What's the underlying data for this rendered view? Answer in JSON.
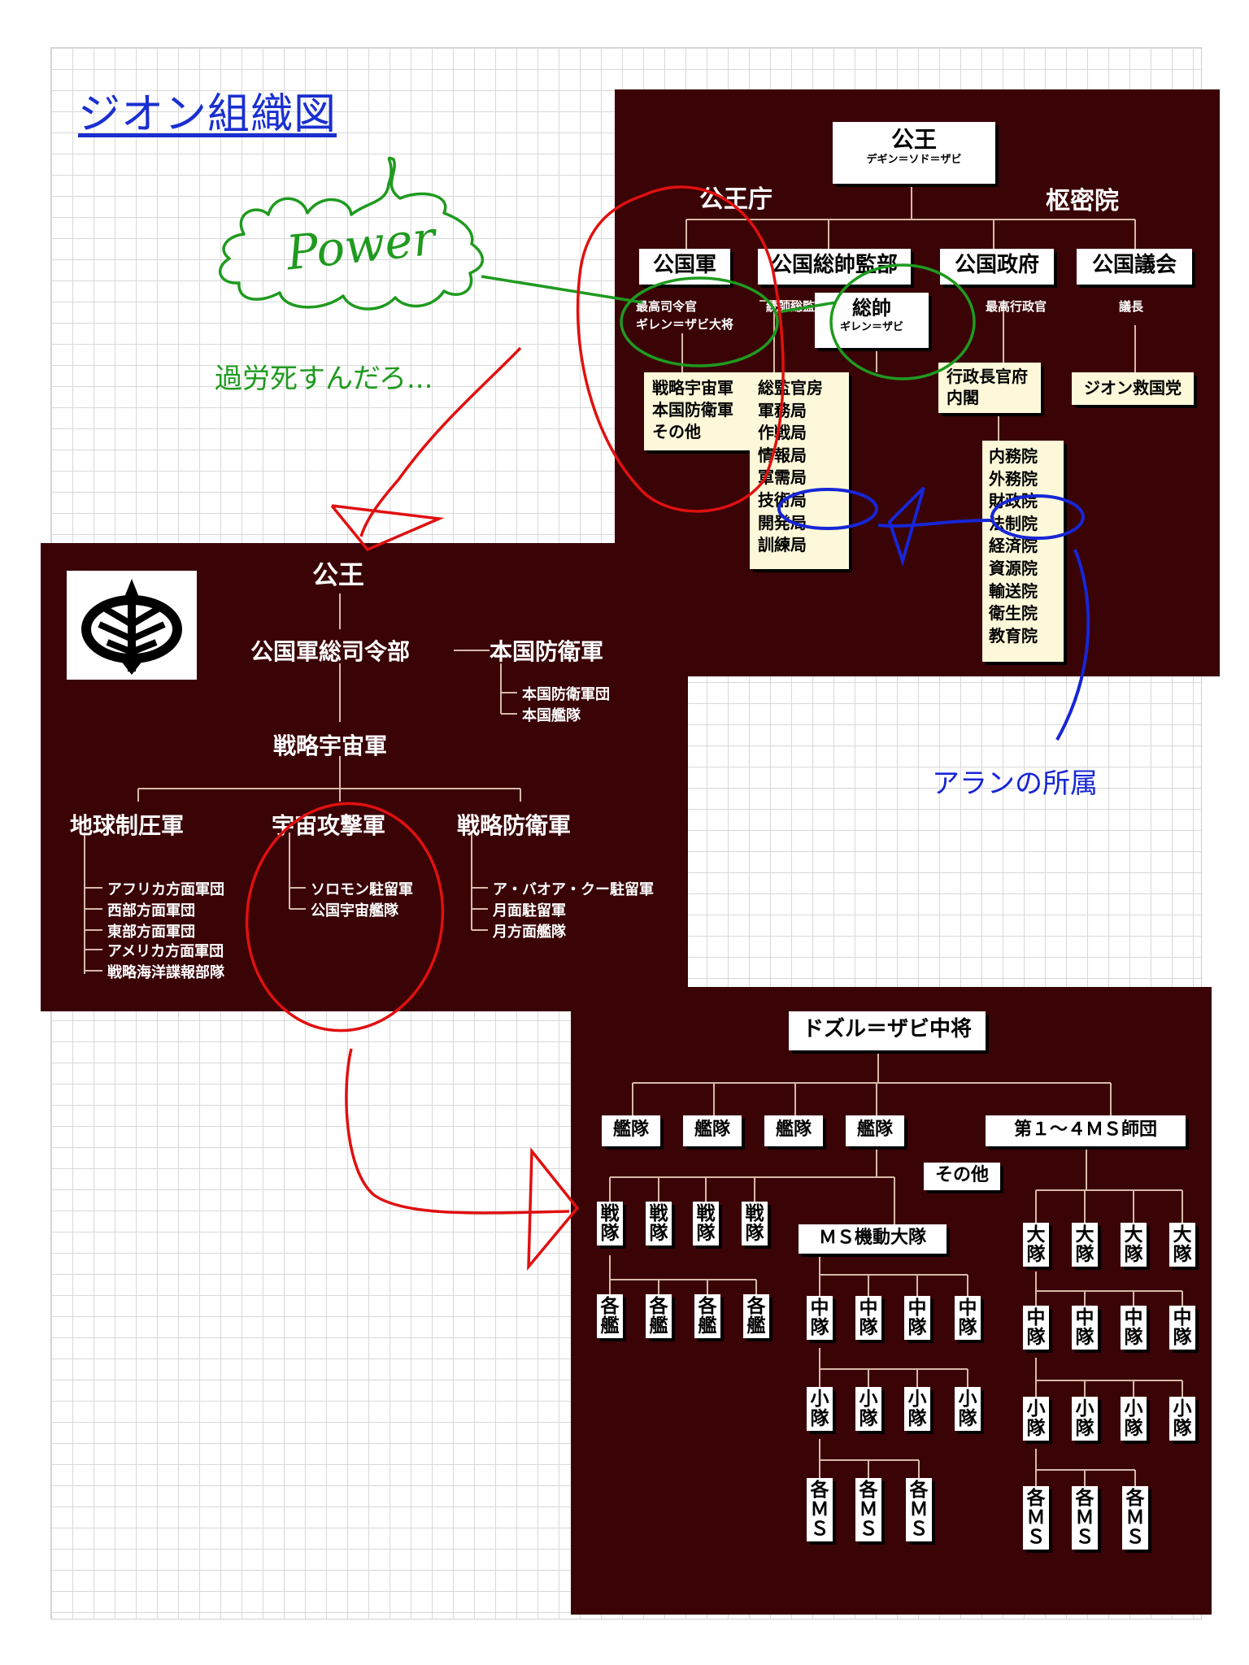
{
  "page_title": "ジオン組織図",
  "annotations": {
    "power": "Power",
    "overwork": "過労死すんだろ...",
    "alan": "アランの所属"
  },
  "chart1": {
    "top": "公王",
    "top_sub": "デギン＝ソド＝ザビ",
    "left_group": "公王庁",
    "right_group": "枢密院",
    "branches": [
      "公国軍",
      "公国総帥監部",
      "公国政府",
      "公国議会"
    ],
    "subtitles": [
      "最高司令官",
      "ギレン＝ザビ大将",
      "統帥総監",
      "最高行政官",
      "議長"
    ],
    "sosui": "総帥",
    "sosui_sub": "ギレン＝ザビ",
    "army_units": [
      "戦略宇宙軍",
      "本国防衛軍",
      "その他"
    ],
    "kanbu_units": [
      "総監官房",
      "軍務局",
      "作戦局",
      "情報局",
      "軍需局",
      "技術局",
      "開発局",
      "訓練局"
    ],
    "gov_office": [
      "行政長官府",
      "内閣"
    ],
    "ministries": [
      "内務院",
      "外務院",
      "財政院",
      "法制院",
      "経済院",
      "資源院",
      "輸送院",
      "衛生院",
      "教育院"
    ],
    "party": "ジオン救国党"
  },
  "chart2": {
    "top": "公王",
    "hq": "公国軍総司令部",
    "home_defense": "本国防衛軍",
    "home_units": [
      "本国防衛軍団",
      "本国艦隊"
    ],
    "space_army": "戦略宇宙軍",
    "arms": [
      "地球制圧軍",
      "宇宙攻撃軍",
      "戦略防衛軍"
    ],
    "earth_units": [
      "アフリカ方面軍団",
      "西部方面軍団",
      "東部方面軍団",
      "アメリカ方面軍団",
      "戦略海洋諜報部隊"
    ],
    "space_units": [
      "ソロモン駐留軍",
      "公国宇宙艦隊"
    ],
    "defense_units": [
      "ア・バオア・クー駐留軍",
      "月面駐留軍",
      "月方面艦隊"
    ]
  },
  "chart3": {
    "top": "ドズル＝ザビ中将",
    "fleet": "艦隊",
    "ms_division": "第１～４ＭＳ師団",
    "other": "その他",
    "battle": "戦隊",
    "each_ship": "各艦",
    "ms_battalion": "ＭＳ機動大隊",
    "big_unit": "大隊",
    "mid_unit": "中隊",
    "small_unit": "小隊",
    "each_ms": "各ＭＳ"
  },
  "colors": {
    "panel": "#3a0306",
    "green_note": "#1f9a1f",
    "red_note": "#e01010",
    "blue_note": "#1726d6"
  }
}
